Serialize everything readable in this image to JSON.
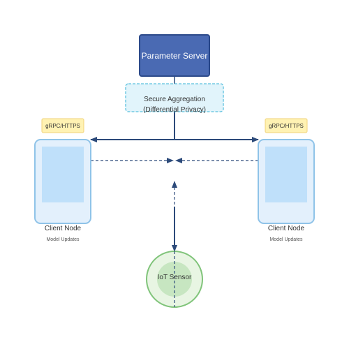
{
  "colors": {
    "server_fill": "#4a6ab3",
    "server_stroke": "#2c4a8a",
    "aggregation_fill": "#e1f4fb",
    "aggregation_stroke": "#5bc0de",
    "protocol_fill": "#fff2b3",
    "protocol_stroke": "#f0d27a",
    "client_fill": "#e3f0fc",
    "client_stroke": "#8fc3e8",
    "client_screen": "#bfe0fa",
    "iot_fill": "#e8f5e3",
    "iot_stroke": "#80c47a",
    "iot_inner": "#c7e6c1",
    "arrow": "#2c4a7a"
  },
  "server": {
    "label": "Parameter Server"
  },
  "aggregation": {
    "line1": "Secure Aggregation",
    "line2": "(Differential Privacy)"
  },
  "clients": [
    {
      "protocol": "gRPC/HTTPS",
      "name": "Client Node",
      "subtitle": "Model Updates"
    },
    {
      "protocol": "gRPC/HTTPS",
      "name": "Client Node",
      "subtitle": "Model Updates"
    }
  ],
  "iot": {
    "label": "IoT Sensor"
  }
}
